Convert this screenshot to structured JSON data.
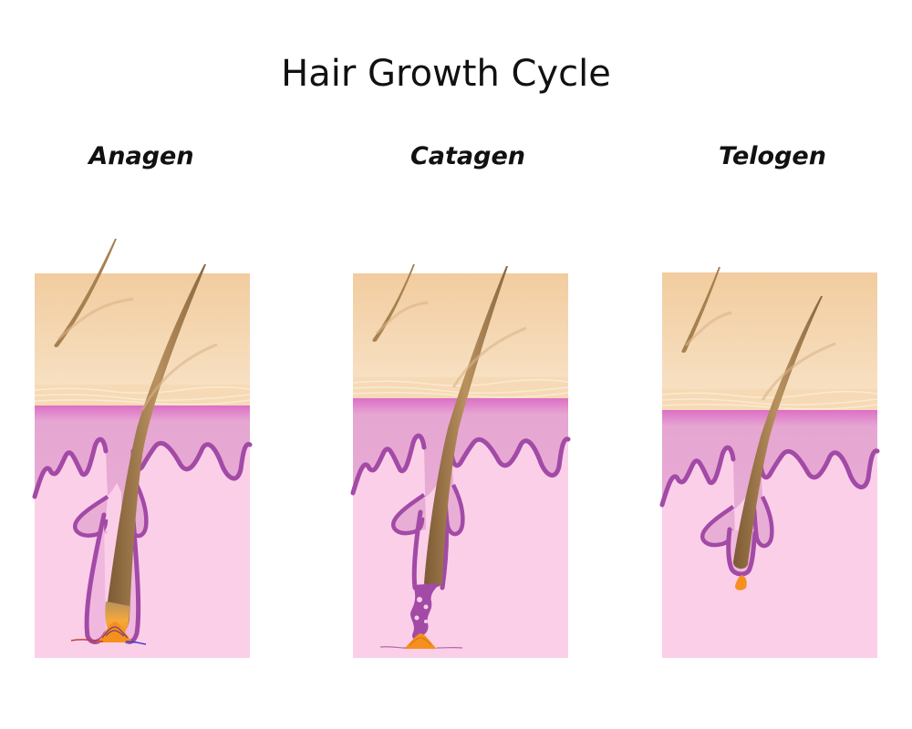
{
  "title": "Hair Growth Cycle",
  "stages": [
    {
      "label": "Anagen",
      "icon": "hair-follicle-anagen-icon"
    },
    {
      "label": "Catagen",
      "icon": "hair-follicle-catagen-icon"
    },
    {
      "label": "Telogen",
      "icon": "hair-follicle-telogen-icon"
    }
  ],
  "colors": {
    "skin_surface": "#f4d3a9",
    "stratum_band": "#f6dcb8",
    "epidermis": "#e6a9d0",
    "dermis": "#fbd0ea",
    "membrane": "#a24aa6",
    "hair": "#a7804f",
    "bulb": "#f5901e"
  }
}
